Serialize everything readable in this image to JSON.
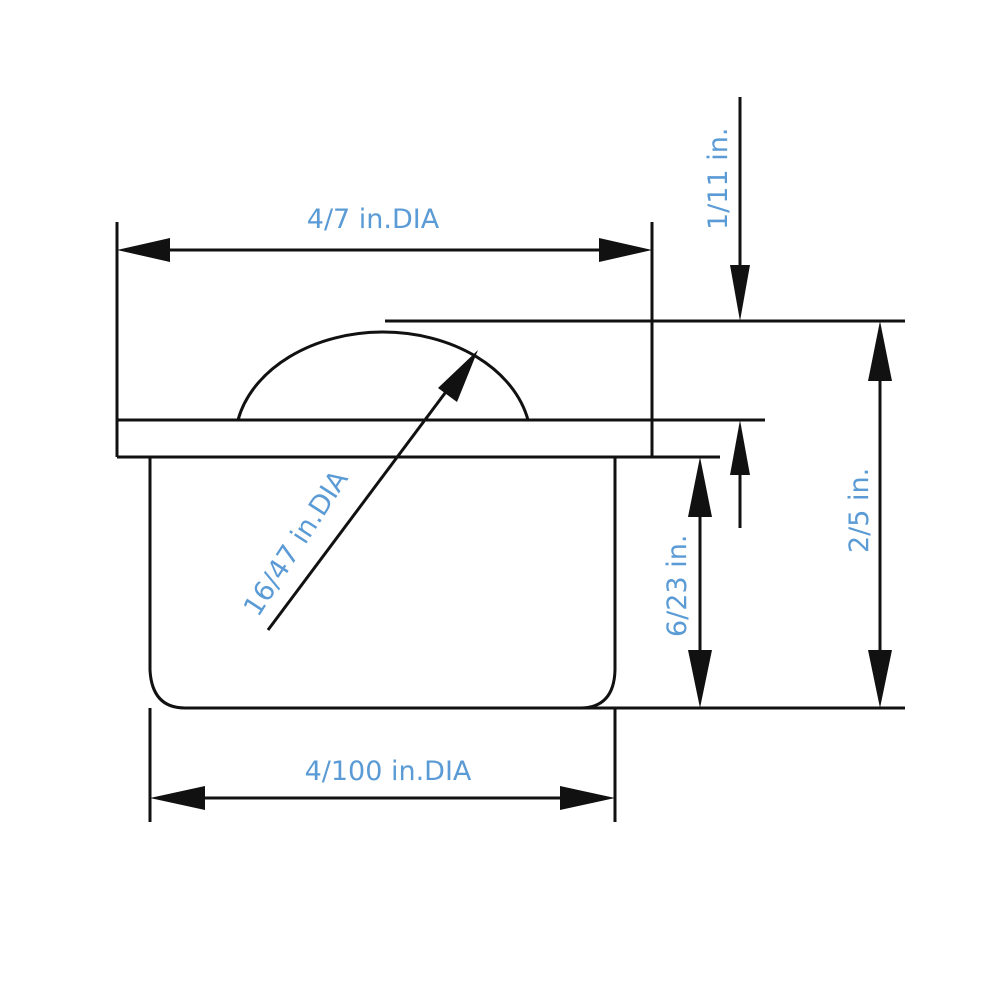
{
  "diagram": {
    "title_hidden": null,
    "colors": {
      "line": "#111111",
      "label": "#5b9bd5"
    },
    "dimensions": {
      "flange_diameter": "4/7 in.DIA",
      "ball_diameter": "16/47 in.DIA",
      "body_diameter": "4/100 in.DIA",
      "ball_protrusion": "1/11 in.",
      "body_height": "6/23 in.",
      "total_height": "2/5 in."
    }
  }
}
